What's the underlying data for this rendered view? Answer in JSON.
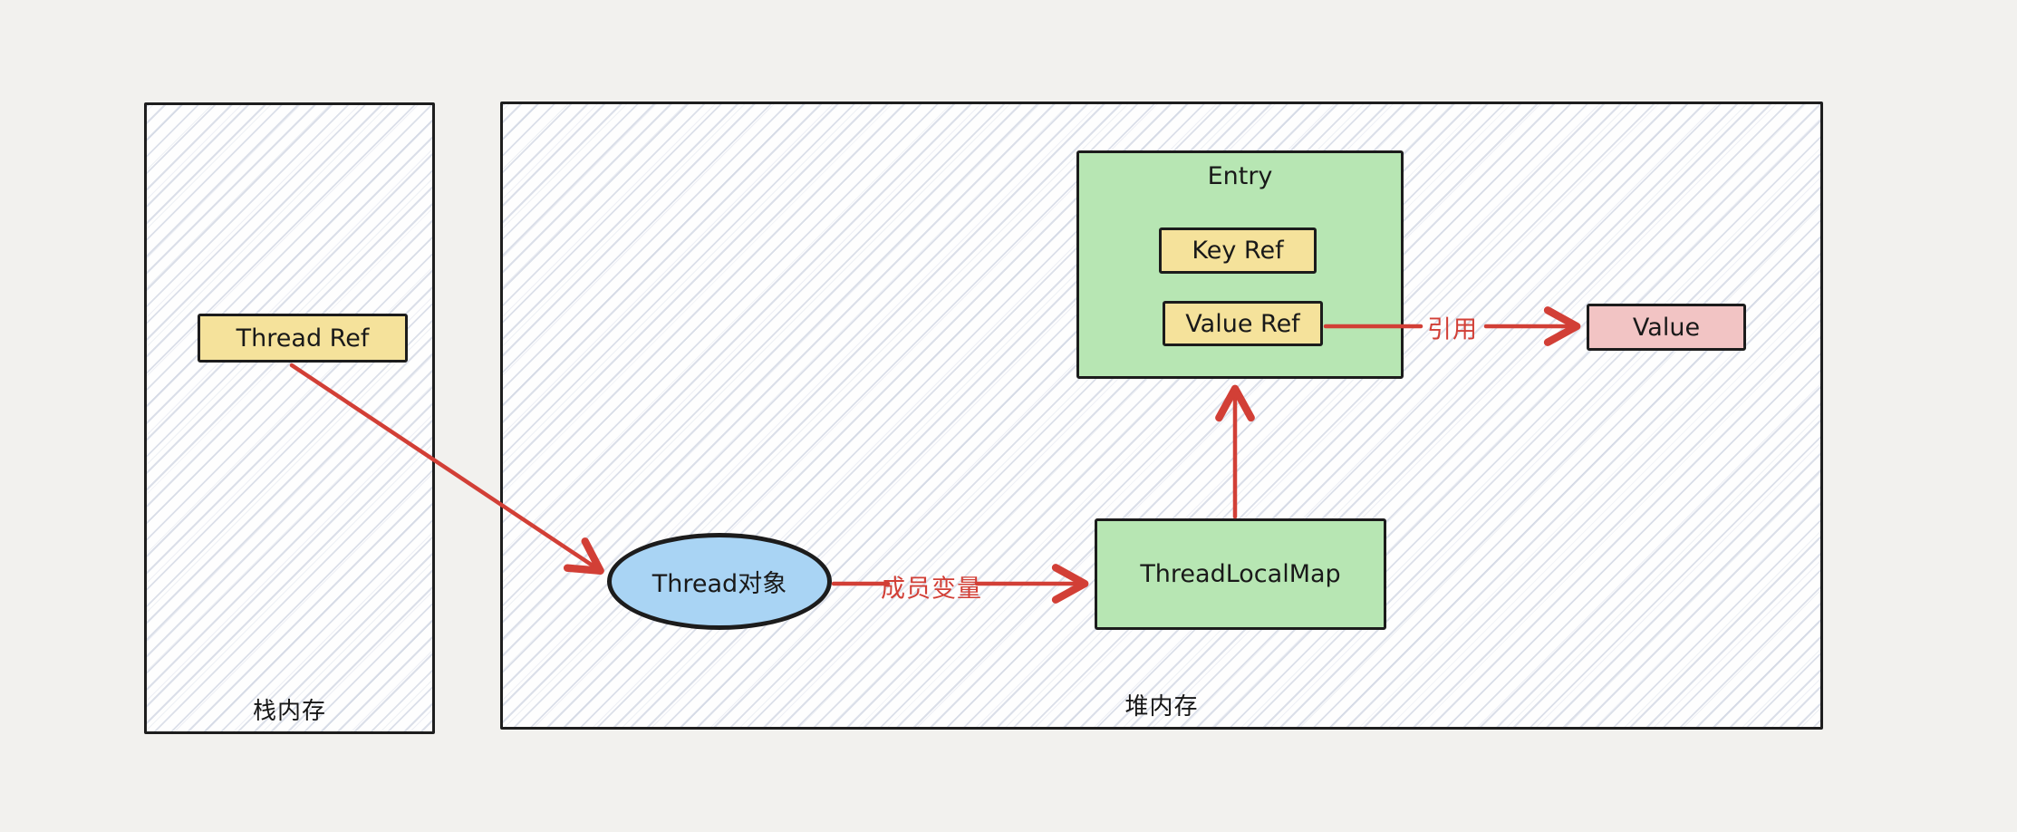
{
  "regions": {
    "stack": {
      "label": "栈内存"
    },
    "heap": {
      "label": "堆内存"
    }
  },
  "nodes": {
    "thread_ref": {
      "label": "Thread Ref",
      "fill": "#f5e29b"
    },
    "thread_object": {
      "label": "Thread对象",
      "fill": "#a9d4f4"
    },
    "thread_local_map": {
      "label": "ThreadLocalMap",
      "fill": "#b7e6b3"
    },
    "entry": {
      "label": "Entry",
      "fill": "#b7e6b3"
    },
    "key_ref": {
      "label": "Key Ref",
      "fill": "#f5e29b"
    },
    "value_ref": {
      "label": "Value Ref",
      "fill": "#f5e29b"
    },
    "value": {
      "label": "Value",
      "fill": "#f2c4c4"
    }
  },
  "edges": [
    {
      "from": "thread_ref",
      "to": "thread_object",
      "label": ""
    },
    {
      "from": "thread_object",
      "to": "thread_local_map",
      "label": "成员变量"
    },
    {
      "from": "thread_local_map",
      "to": "entry",
      "label": ""
    },
    {
      "from": "value_ref",
      "to": "value",
      "label": "引用"
    }
  ],
  "colors": {
    "background": "#f2f1ee",
    "stroke": "#1e1e1e",
    "arrow": "#d23f36",
    "hatch": "#b0bad0"
  }
}
